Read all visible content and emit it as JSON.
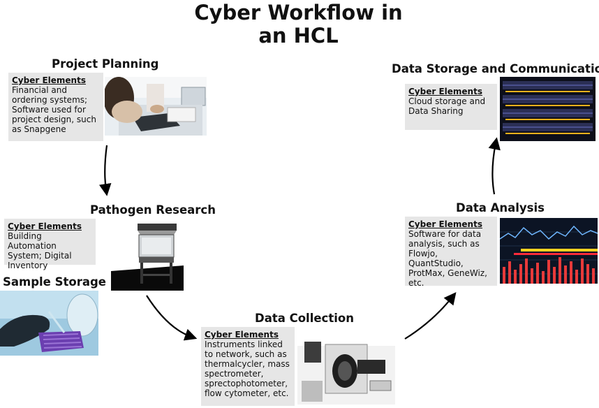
{
  "title_line1": "Cyber Workflow in",
  "title_line2": "an HCL",
  "stages": {
    "project_planning": {
      "title": "Project Planning",
      "heading": "Cyber Elements",
      "description": "Financial and ordering systems; Software used for project design, such as Snapgene"
    },
    "pathogen_research": {
      "title": "Pathogen Research",
      "heading": "Cyber Elements",
      "description": "Building Automation System; Digital Inventory"
    },
    "sample_storage": {
      "title": "Sample Storage"
    },
    "data_collection": {
      "title": "Data Collection",
      "heading": "Cyber Elements",
      "description": "Instruments linked to network, such as thermalcycler, mass spectrometer, sprectophotometer, flow cytometer, etc."
    },
    "data_analysis": {
      "title": "Data Analysis",
      "heading": "Cyber Elements",
      "description": "Software for data analysis, such as Flowjo, QuantStudio, ProtMax, GeneWiz, etc."
    },
    "data_storage": {
      "title": "Data Storage and Communications",
      "heading": "Cyber Elements",
      "description": "Cloud storage and Data Sharing"
    }
  },
  "colors": {
    "box_background": "#e6e6e6",
    "arrow": "#000000"
  }
}
